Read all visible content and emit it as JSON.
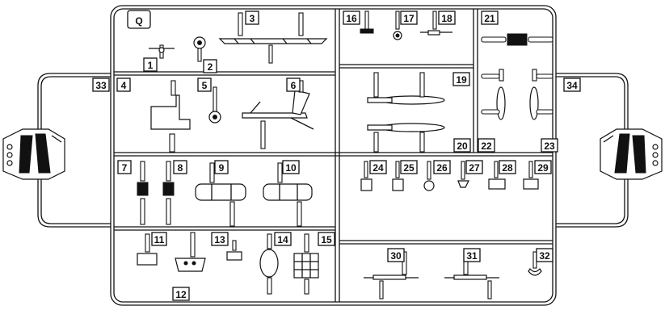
{
  "sprue": {
    "letter": "Q"
  },
  "labels": {
    "p1": "1",
    "p2": "2",
    "p3": "3",
    "p4": "4",
    "p5": "5",
    "p6": "6",
    "p7": "7",
    "p8": "8",
    "p9": "9",
    "p10": "10",
    "p11": "11",
    "p12": "12",
    "p13": "13",
    "p14": "14",
    "p15": "15",
    "p16": "16",
    "p17": "17",
    "p18": "18",
    "p19": "19",
    "p20": "20",
    "p21": "21",
    "p22": "22",
    "p23": "23",
    "p24": "24",
    "p25": "25",
    "p26": "26",
    "p27": "27",
    "p28": "28",
    "p29": "29",
    "p30": "30",
    "p31": "31",
    "p32": "32",
    "p33": "33",
    "p34": "34"
  }
}
